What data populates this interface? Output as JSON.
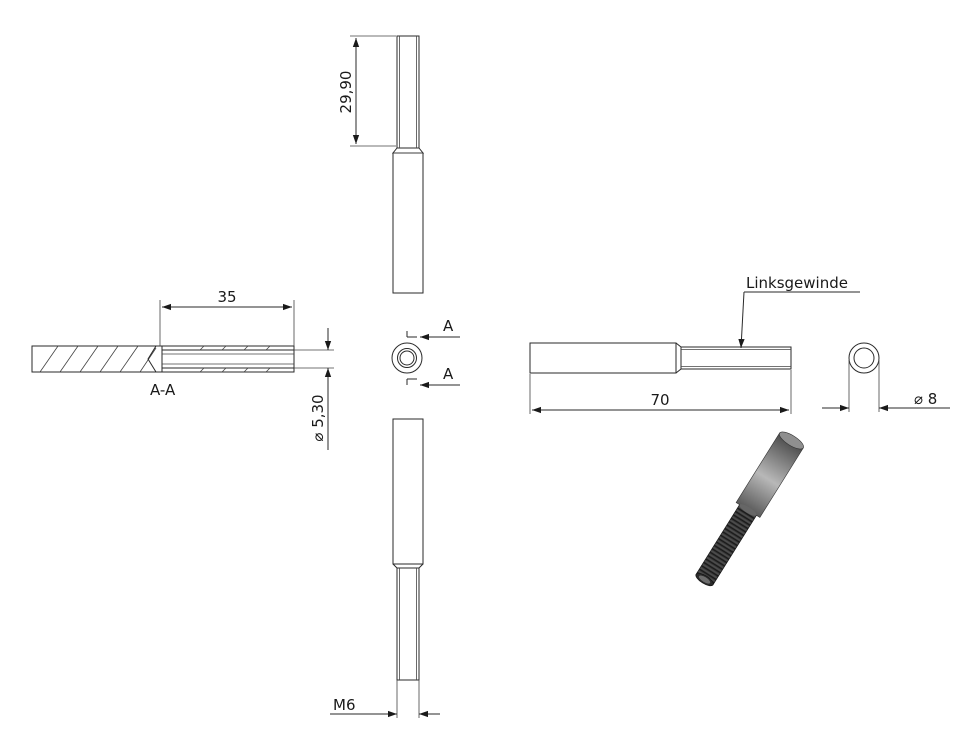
{
  "drawing": {
    "dim_length_thread": "29,90",
    "dim_bore_depth": "35",
    "dim_bore_diameter": "⌀ 5,30",
    "dim_total_length": "70",
    "dim_outer_diameter": "⌀ 8",
    "dim_thread_size": "M6",
    "section_marker_top": "A",
    "section_marker_bottom": "A",
    "section_label": "A-A",
    "note_left_hand_thread": "Linksgewinde"
  },
  "colors": {
    "line": "#2a2a2a",
    "rod_light": "#9a9a9a",
    "rod_dark": "#3a3a3a",
    "thread": "#2b2b2b"
  }
}
